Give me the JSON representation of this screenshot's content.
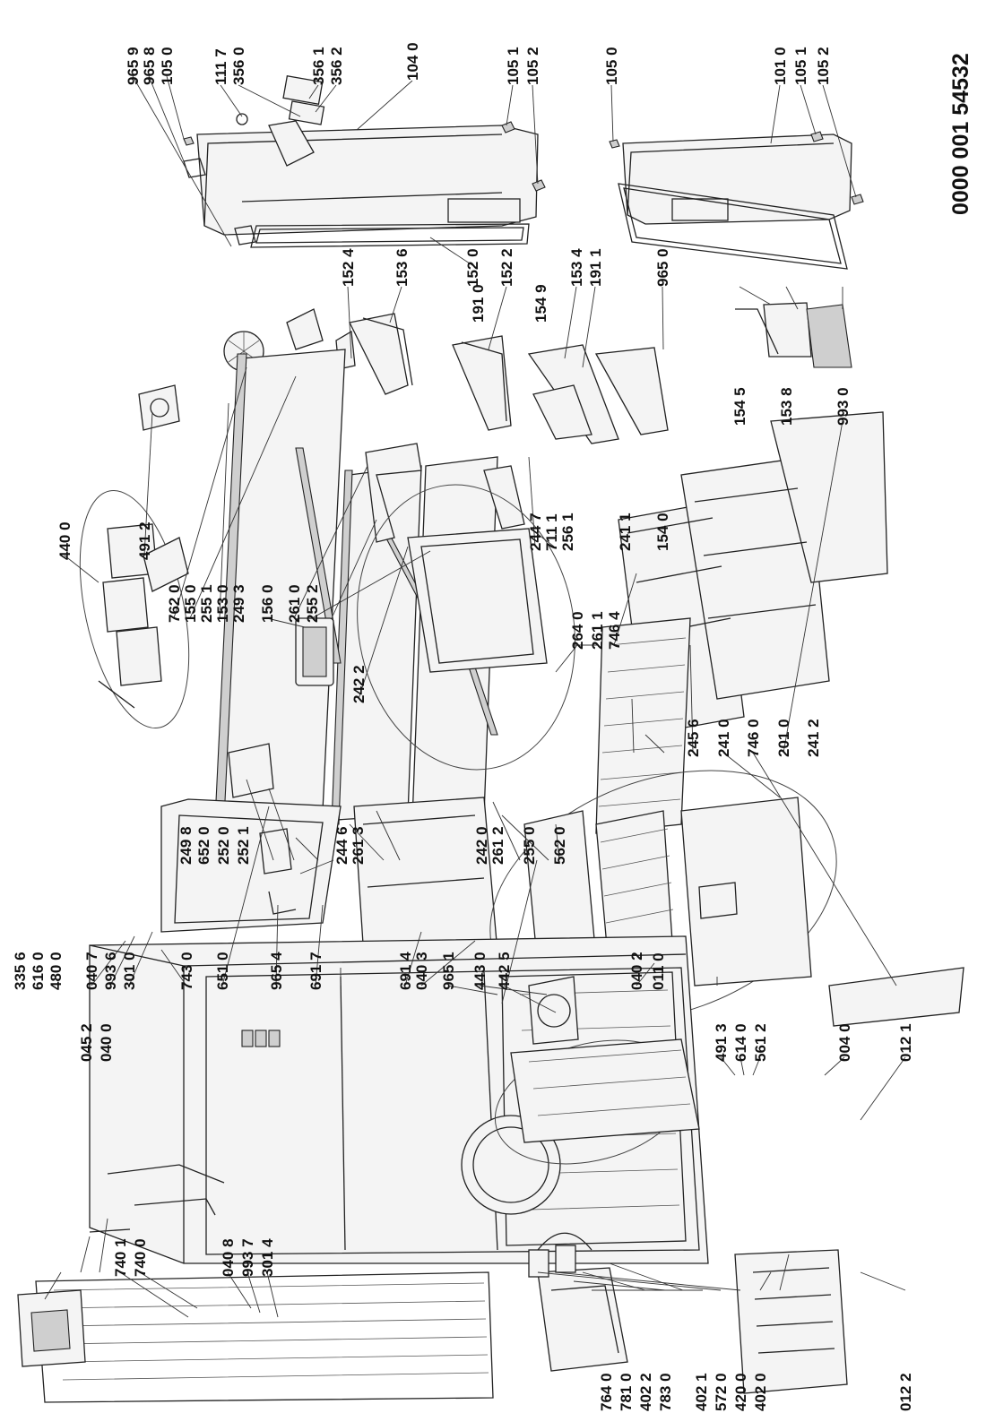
{
  "document_number": "0000 001 54532",
  "part_labels": [
    "965 9",
    "965 8",
    "105 0",
    "111 7",
    "356 0",
    "356 1",
    "356 2",
    "104 0",
    "105 1",
    "105 2",
    "105 0",
    "101 0",
    "105 1",
    "105 2",
    "152 4",
    "153 6",
    "152 0",
    "152 2",
    "191 0",
    "154 9",
    "153 4",
    "191 1",
    "965 0",
    "440 0",
    "491 2",
    "762 0",
    "155 0",
    "255 1",
    "153 0",
    "249 3",
    "156 0",
    "261 0",
    "255 2",
    "242 2",
    "244 7",
    "711 1",
    "256 1",
    "241 1",
    "154 0",
    "154 5",
    "153 8",
    "993 0",
    "264 0",
    "261 1",
    "746 4",
    "245 6",
    "241 0",
    "746 0",
    "201 0",
    "241 2",
    "249 8",
    "652 0",
    "252 0",
    "252 1",
    "244 6",
    "261 3",
    "242 0",
    "261 2",
    "255 0",
    "562 0",
    "040 7",
    "993 6",
    "301 0",
    "743 0",
    "651 0",
    "965 4",
    "691 7",
    "691 4",
    "040 3",
    "965 1",
    "443 0",
    "442 5",
    "040 2",
    "011 0",
    "491 3",
    "614 0",
    "561 2",
    "004 0",
    "012 1",
    "335 6",
    "616 0",
    "480 0",
    "045 2",
    "040 0",
    "040 8",
    "993 7",
    "301 4",
    "740 1",
    "740 0",
    "764 0",
    "781 0",
    "402 2",
    "783 0",
    "402 1",
    "572 0",
    "420 0",
    "402 0",
    "012 2"
  ]
}
